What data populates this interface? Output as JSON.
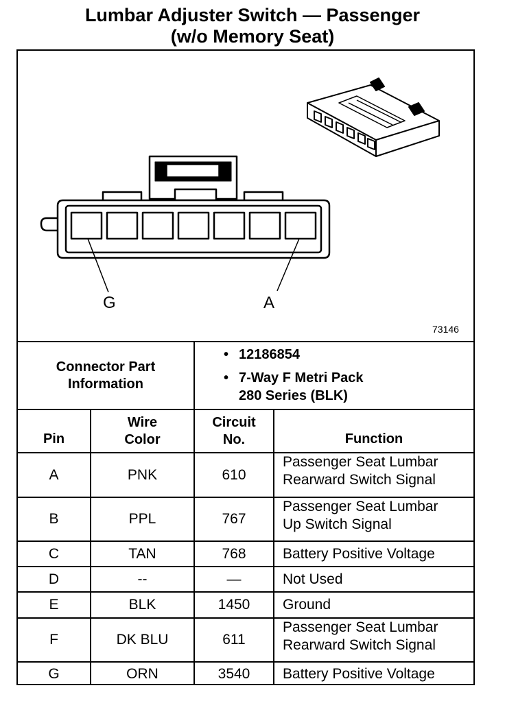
{
  "title": {
    "line1": "Lumbar Adjuster Switch — Passenger",
    "line2": "(w/o Memory Seat)"
  },
  "figure": {
    "figure_number": "73146",
    "pin_left_label": "G",
    "pin_right_label": "A"
  },
  "connector": {
    "label": "Connector Part Information",
    "items": [
      "12186854",
      "7-Way F Metri Pack",
      "280 Series (BLK)"
    ]
  },
  "table": {
    "headers": {
      "pin": "Pin",
      "wire_color_1": "Wire",
      "wire_color_2": "Color",
      "circuit_1": "Circuit",
      "circuit_2": "No.",
      "function": "Function"
    },
    "rows": [
      {
        "pin": "A",
        "wire": "PNK",
        "circuit": "610",
        "f1": "Passenger Seat Lumbar",
        "f2": "Rearward Switch Signal"
      },
      {
        "pin": "B",
        "wire": "PPL",
        "circuit": "767",
        "f1": "Passenger Seat Lumbar",
        "f2": "Up Switch Signal"
      },
      {
        "pin": "C",
        "wire": "TAN",
        "circuit": "768",
        "f1": "Battery Positive Voltage",
        "f2": ""
      },
      {
        "pin": "D",
        "wire": "--",
        "circuit": "—",
        "f1": "Not Used",
        "f2": ""
      },
      {
        "pin": "E",
        "wire": "BLK",
        "circuit": "1450",
        "f1": "Ground",
        "f2": ""
      },
      {
        "pin": "F",
        "wire": "DK BLU",
        "circuit": "611",
        "f1": "Passenger Seat Lumbar",
        "f2": "Rearward Switch Signal"
      },
      {
        "pin": "G",
        "wire": "ORN",
        "circuit": "3540",
        "f1": "Battery Positive Voltage",
        "f2": ""
      }
    ]
  }
}
